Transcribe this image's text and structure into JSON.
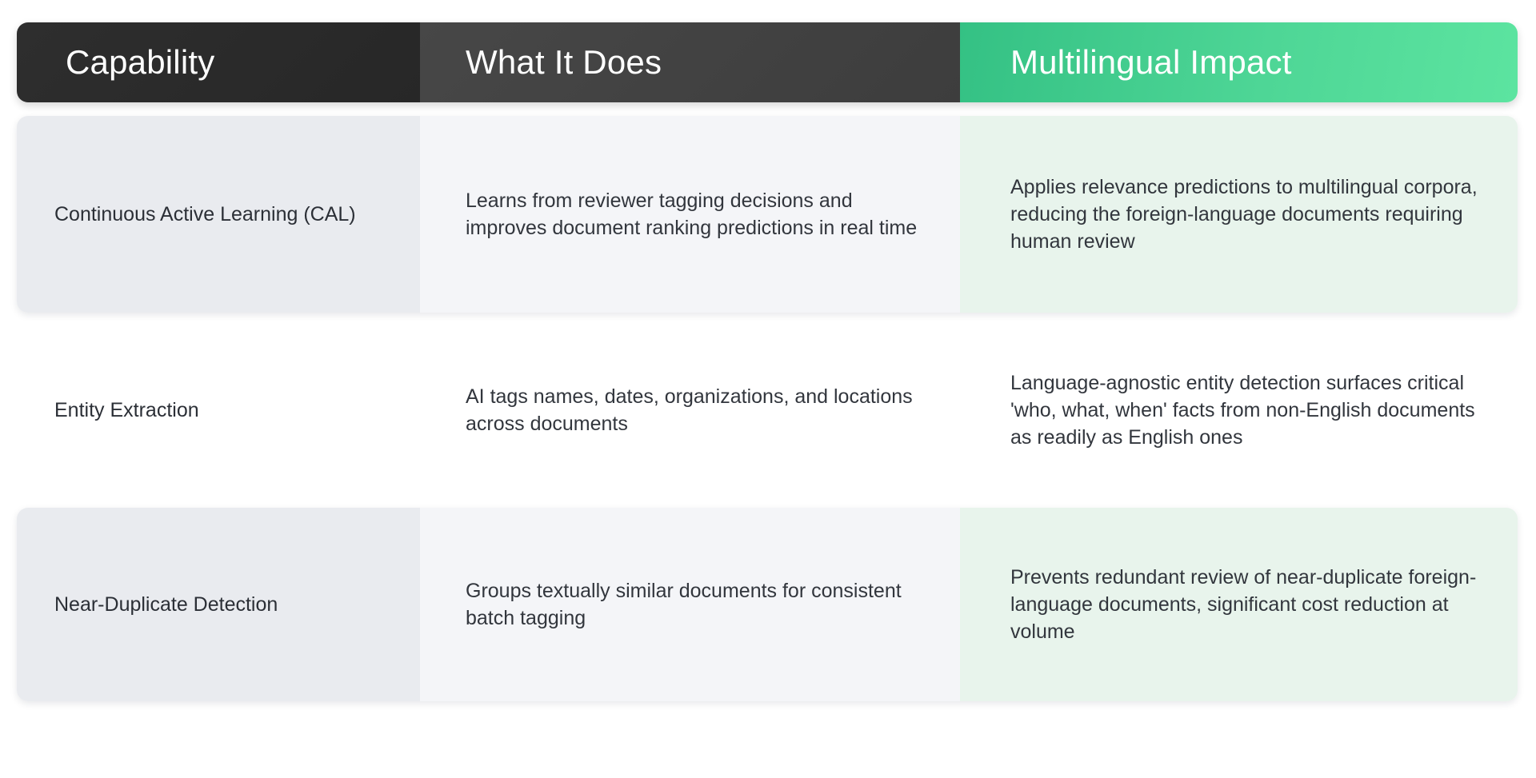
{
  "table": {
    "columns": [
      {
        "key": "capability",
        "label": "Capability"
      },
      {
        "key": "what_it_does",
        "label": "What It Does"
      },
      {
        "key": "multilingual_impact",
        "label": "Multilingual Impact"
      }
    ],
    "rows": [
      {
        "capability": "Continuous Active Learning (CAL)",
        "what_it_does": "Learns from reviewer tagging decisions and improves document ranking predictions in real time",
        "multilingual_impact": "Applies relevance predictions to multilingual corpora, reducing the foreign-language documents requiring human review"
      },
      {
        "capability": "Entity Extraction",
        "what_it_does": "AI tags names, dates, organizations, and locations across documents",
        "multilingual_impact": "Language-agnostic entity detection surfaces critical 'who, what, when' facts from non-English documents as readily as English ones"
      },
      {
        "capability": "Near-Duplicate Detection",
        "what_it_does": "Groups textually similar documents for consistent batch tagging",
        "multilingual_impact": "Prevents redundant review of near-duplicate foreign-language documents, significant cost reduction at volume"
      }
    ]
  },
  "colors": {
    "header_col1_bg": "#2e2e2e",
    "header_col2_bg": "#474747",
    "header_col3_accent_start": "#34c184",
    "header_col3_accent_end": "#5ce4a0",
    "header_text": "#ffffff",
    "row_shaded_col1_bg": "#e9ebef",
    "row_shaded_col2_bg": "#f4f5f8",
    "row_shaded_col3_bg": "#e8f4ec",
    "row_plain_bg": "#ffffff",
    "body_text": "#32363d",
    "page_bg": "#ffffff"
  }
}
